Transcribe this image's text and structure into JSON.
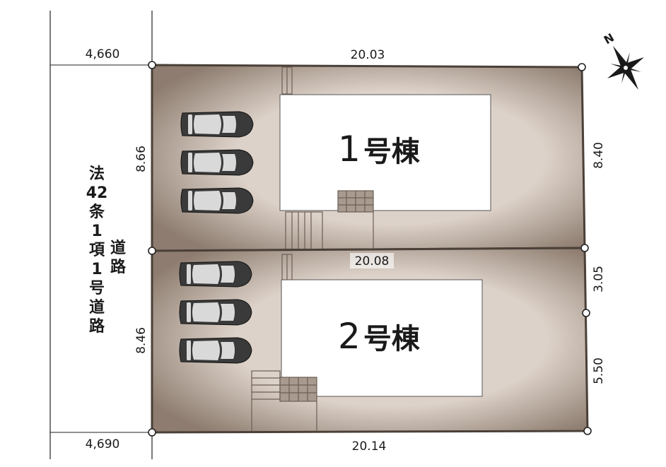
{
  "colors": {
    "lot_dark": "#8d7c6f",
    "lot_light": "#ddd2c9",
    "lot_edge": "#4a4038",
    "building_fill": "#ffffff",
    "car_body": "#3a3a3a",
    "car_glass": "#d9d9d9"
  },
  "road": {
    "label_left": [
      "法",
      "42",
      "条",
      "1",
      "項",
      "1",
      "号",
      "道",
      "路"
    ],
    "label_right": [
      "道",
      "路"
    ],
    "width_top": "4,660",
    "width_bottom": "4,690"
  },
  "lot1": {
    "building_number": "1",
    "building_label": "号棟",
    "top_length": "20.03",
    "left_length": "8.66",
    "right_length": "8.40",
    "parking_spaces": 3
  },
  "lot2": {
    "building_number": "2",
    "building_label": "号棟",
    "top_length": "20.08",
    "left_length": "8.46",
    "right_upper_length": "3.05",
    "right_lower_length": "5.50",
    "bottom_length": "20.14",
    "parking_spaces": 3
  },
  "compass": {
    "label": "N",
    "icon": "compass-star-icon"
  }
}
